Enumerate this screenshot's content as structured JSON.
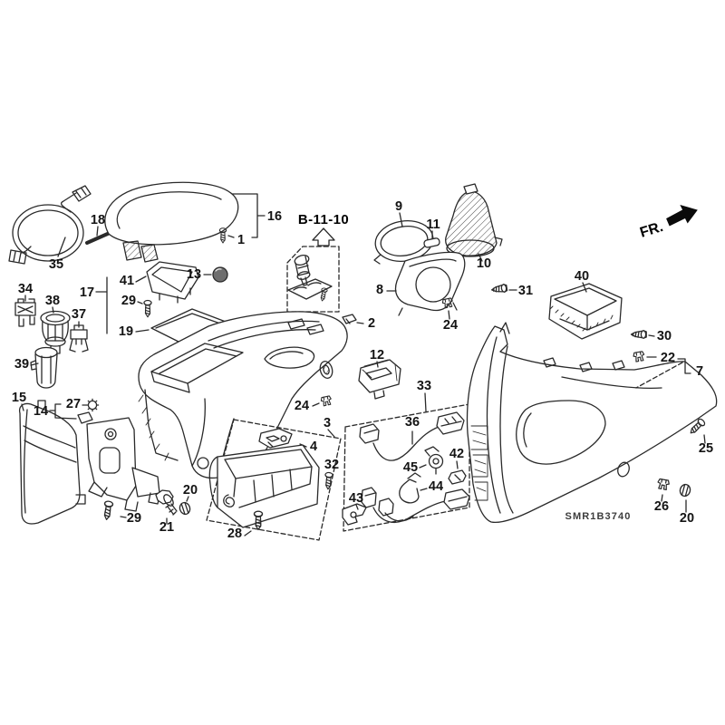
{
  "diagram": {
    "code": "SMR1B3740",
    "reference_label": "B-11-10",
    "direction_label": "FR.",
    "colors": {
      "ink": "#2a2a2a",
      "background": "#ffffff"
    },
    "callouts": {
      "c1": "1",
      "c2": "2",
      "c3": "3",
      "c4": "4",
      "c7": "7",
      "c8": "8",
      "c9": "9",
      "c10": "10",
      "c11": "11",
      "c12": "12",
      "c13": "13",
      "c14": "14",
      "c15": "15",
      "c16": "16",
      "c17": "17",
      "c18": "18",
      "c19": "19",
      "c20a": "20",
      "c20b": "20",
      "c21": "21",
      "c22": "22",
      "c24a": "24",
      "c24b": "24",
      "c25": "25",
      "c26": "26",
      "c27": "27",
      "c28": "28",
      "c29a": "29",
      "c29b": "29",
      "c30": "30",
      "c31": "31",
      "c32": "32",
      "c33": "33",
      "c34": "34",
      "c35": "35",
      "c36": "36",
      "c37": "37",
      "c38": "38",
      "c39": "39",
      "c40": "40",
      "c41": "41",
      "c42": "42",
      "c43": "43",
      "c44": "44",
      "c45": "45"
    }
  }
}
